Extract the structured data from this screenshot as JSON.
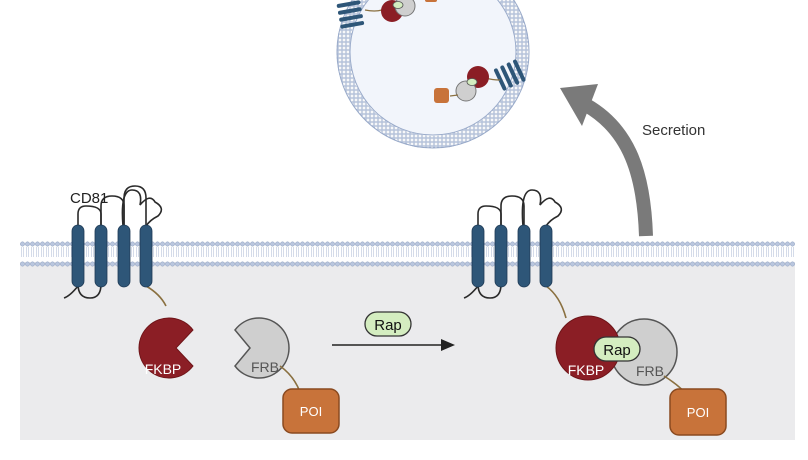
{
  "labels": {
    "cd81": "CD81",
    "fkbp": "FKBP",
    "frb": "FRB",
    "poi": "POI",
    "rap": "Rap",
    "secretion": "Secretion"
  },
  "colors": {
    "membrane_head": "#b9c6de",
    "cytoplasm": "#ebebed",
    "cd81": "#2e5678",
    "fkbp": "#8b1e25",
    "frb": "#cfcfcf",
    "poi": "#c8733a",
    "rap": "#d4edc0",
    "secretion_arrow": "#7a7a7a",
    "linker": "#8a7040"
  },
  "icons": {
    "arrow": "right-arrow-icon",
    "secretion": "curved-arrow-icon"
  }
}
